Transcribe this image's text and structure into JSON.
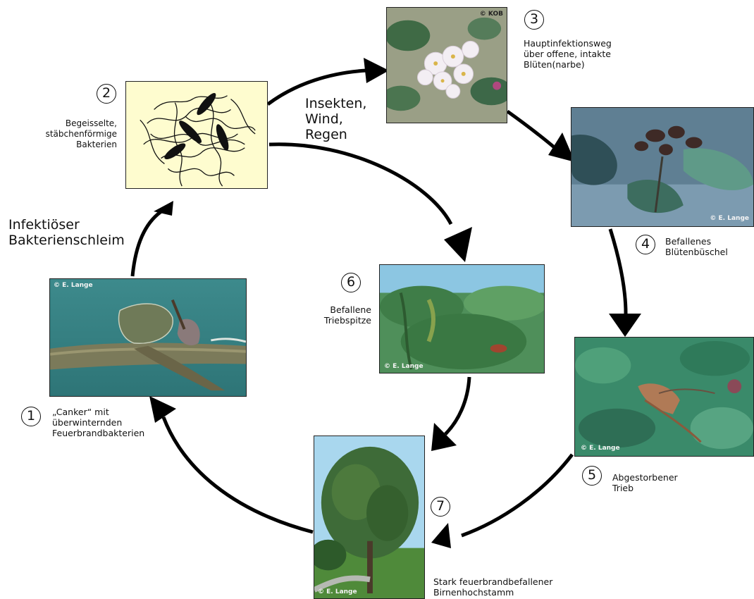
{
  "stages": [
    {
      "number": "1",
      "caption": "„Canker“ mit\nüberwinternden\nFeuerbrandbakterien",
      "credit": "© E. Lange"
    },
    {
      "number": "2",
      "caption": "Begeisselte,\nstäbchenförmige\nBakterien"
    },
    {
      "number": "3",
      "caption": "Hauptinfektionsweg\nüber offene, intakte\nBlüten(narbe)",
      "credit": "© KOB"
    },
    {
      "number": "4",
      "caption": "Befallenes\nBlütenbüschel",
      "credit": "© E. Lange"
    },
    {
      "number": "5",
      "caption": "Abgestorbener\nTrieb",
      "credit": "© E. Lange"
    },
    {
      "number": "6",
      "caption": "Befallene\nTriebspitze",
      "credit": "© E. Lange"
    },
    {
      "number": "7",
      "caption": "Stark feuerbrandbefallener\nBirnenhochstamm",
      "credit": "© E. Lange"
    }
  ],
  "transmission_label": "Insekten,\nWind,\nRegen",
  "slime_label": "Infektiöser\nBakterienschleim"
}
